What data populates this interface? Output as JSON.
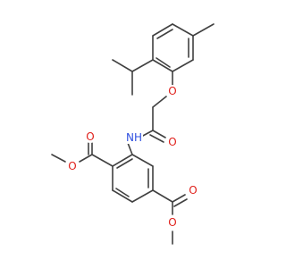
{
  "molecule": {
    "colors": {
      "bond": "#404040",
      "oxygen": "#e0201b",
      "nitrogen": "#3050e0",
      "background": "#ffffff"
    },
    "atoms": {
      "o_ether": "O",
      "nh": "NH",
      "o_amide": "O",
      "o_ester1_carbonyl": "O",
      "o_ester1_single": "O",
      "o_ester2_carbonyl": "O",
      "o_ester2_single": "O"
    }
  }
}
